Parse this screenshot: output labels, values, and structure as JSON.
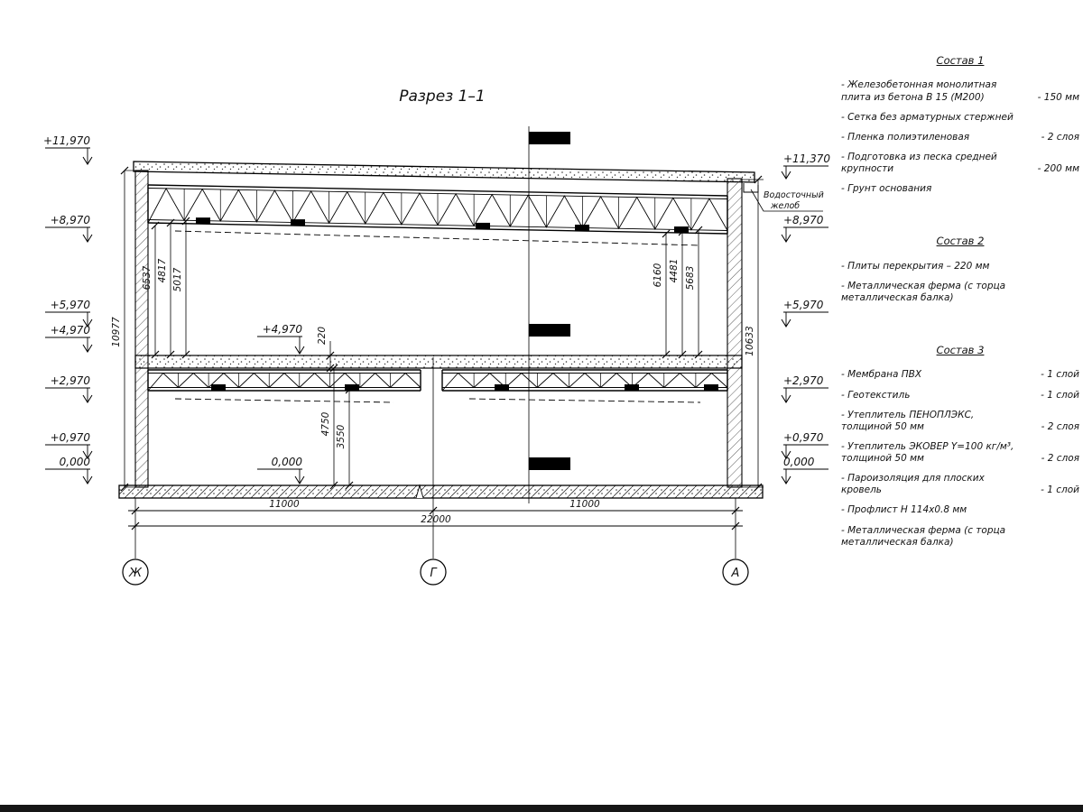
{
  "title": "Разрез 1–1",
  "gutter": {
    "line1": "Водосточный",
    "line2": "желоб"
  },
  "elevations_left": [
    "+11,970",
    "+8,970",
    "+5,970",
    "+4,970",
    "+2,970",
    "+0,970",
    "0,000"
  ],
  "elevations_right": [
    "+11,370",
    "+8,970",
    "+5,970",
    "+2,970",
    "+0,970",
    "0,000"
  ],
  "interior_marks": [
    "+4,970",
    "0,000"
  ],
  "vertical_dims": {
    "left": [
      "6537",
      "4817",
      "5017"
    ],
    "right": [
      "6160",
      "4481",
      "5683"
    ],
    "middle": [
      "220",
      "4750",
      "3550"
    ],
    "overall_left": "10977",
    "overall_right": "10633"
  },
  "bottom_dims": [
    "11000",
    "11000",
    "22000"
  ],
  "axes": [
    "Ж",
    "Г",
    "А"
  ],
  "compositions": [
    {
      "title": "Состав 1",
      "items": [
        {
          "label": "- Железобетонная  монолитная плита из бетона В 15 (М200)",
          "value": "- 150 мм"
        },
        {
          "label": "- Сетка без арматурных стержней",
          "value": ""
        },
        {
          "label": "- Пленка полиэтиленовая",
          "value": "- 2 слоя"
        },
        {
          "label": "- Подготовка из песка средней крупности",
          "value": "- 200 мм"
        },
        {
          "label": "- Грунт основания",
          "value": ""
        }
      ]
    },
    {
      "title": "Состав 2",
      "items": [
        {
          "label": "- Плиты перекрытия – 220 мм",
          "value": ""
        },
        {
          "label": "- Металлическая ферма (с торца металлическая балка)",
          "value": ""
        }
      ]
    },
    {
      "title": "Состав 3",
      "items": [
        {
          "label": "- Мембрана ПВХ",
          "value": "- 1 слой"
        },
        {
          "label": "- Геотекстиль",
          "value": "- 1 слой"
        },
        {
          "label": "- Утеплитель ПЕНОПЛЭКС, толщиной 50 мм",
          "value": "- 2 слоя"
        },
        {
          "label": "- Утеплитель ЭКОВЕР Y=100 кг/м³, толщиной 50 мм",
          "value": "- 2 слоя"
        },
        {
          "label": "- Пароизоляция для плоских кровель",
          "value": "- 1 слой"
        },
        {
          "label": "- Профлист Н 114х0.8 мм",
          "value": ""
        },
        {
          "label": "- Металлическая ферма (с торца металлическая балка)",
          "value": ""
        }
      ]
    }
  ]
}
